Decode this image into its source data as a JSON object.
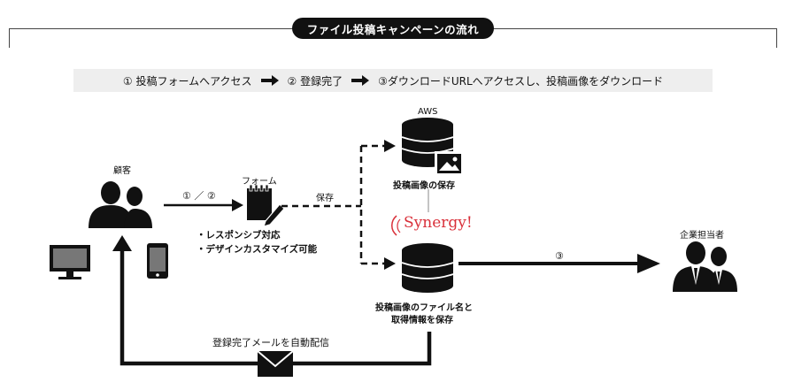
{
  "title": "ファイル投稿キャンペーンの流れ",
  "steps": {
    "step1": "① 投稿フォームへアクセス",
    "step2": "② 登録完了",
    "step3": "③ダウンロードURLへアクセスし、投稿画像をダウンロード"
  },
  "customer": {
    "label": "顧客"
  },
  "form": {
    "label": "フォーム",
    "features": [
      "・レスポンシブ対応",
      "・デザインカスタマイズ可能"
    ]
  },
  "flow": {
    "customer_to_form": "① ／ ②",
    "save": "保存",
    "to_staff": "③",
    "email_back": "登録完了メールを自動配信"
  },
  "aws": {
    "label": "AWS",
    "caption": "投稿画像の保存"
  },
  "synergy": {
    "logo_text": "Synergy!"
  },
  "db": {
    "caption_line1": "投稿画像のファイル名と",
    "caption_line2": "取得情報を保存"
  },
  "staff": {
    "label": "企業担当者"
  },
  "icons": {
    "customer": "users-icon",
    "monitor": "monitor-icon",
    "phone": "smartphone-icon",
    "form": "notepad-pen-icon",
    "database": "database-icon",
    "image": "image-icon",
    "mail": "mail-icon",
    "staff": "business-users-icon"
  },
  "colors": {
    "ink": "#111111",
    "synergy_red": "#d9303a",
    "bar_bg": "#eeeeee"
  }
}
